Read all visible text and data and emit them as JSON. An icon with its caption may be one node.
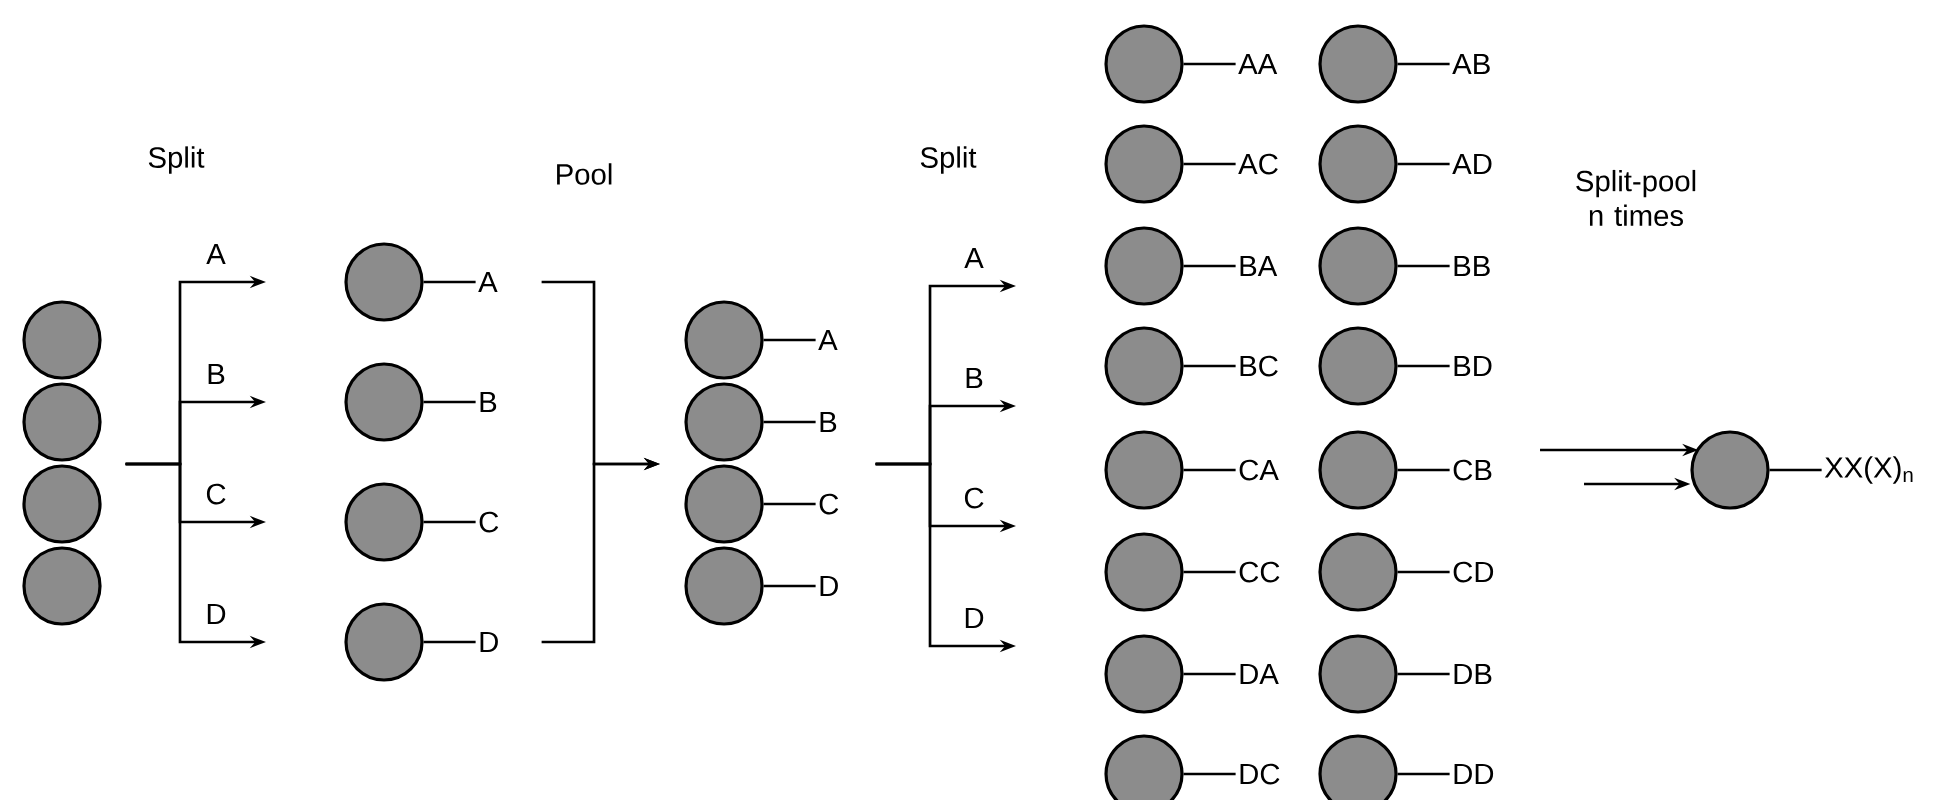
{
  "diagram": {
    "nodes": [
      {
        "text": [],
        "shape": "circle"
      },
      {
        "text": [],
        "shape": "circle"
      },
      {
        "text": [],
        "shape": "circle"
      },
      {
        "text": [],
        "shape": "circle"
      },
      {
        "text": [],
        "shape": "circle",
        "beside": [
          "A"
        ]
      },
      {
        "text": [],
        "shape": "circle",
        "beside": [
          "B"
        ]
      },
      {
        "text": [],
        "shape": "circle",
        "beside": [
          "C"
        ]
      },
      {
        "text": [],
        "shape": "circle",
        "beside": [
          "D"
        ]
      },
      {
        "text": [],
        "shape": "circle",
        "beside": [
          "A"
        ]
      },
      {
        "text": [],
        "shape": "circle",
        "beside": [
          "B"
        ]
      },
      {
        "text": [],
        "shape": "circle",
        "beside": [
          "C"
        ]
      },
      {
        "text": [],
        "shape": "circle",
        "beside": [
          "D"
        ]
      },
      {
        "text": [],
        "shape": "circle",
        "beside": [
          "AA"
        ]
      },
      {
        "text": [],
        "shape": "circle",
        "beside": [
          "AB"
        ]
      },
      {
        "text": [],
        "shape": "circle",
        "beside": [
          "AC"
        ]
      },
      {
        "text": [],
        "shape": "circle",
        "beside": [
          "AD"
        ]
      },
      {
        "text": [],
        "shape": "circle",
        "beside": [
          "BA"
        ]
      },
      {
        "text": [],
        "shape": "circle",
        "beside": [
          "BB"
        ]
      },
      {
        "text": [],
        "shape": "circle",
        "beside": [
          "BC"
        ]
      },
      {
        "text": [],
        "shape": "circle",
        "beside": [
          "BD"
        ]
      },
      {
        "text": [],
        "shape": "circle",
        "beside": [
          "CA"
        ]
      },
      {
        "text": [],
        "shape": "circle",
        "beside": [
          "CB"
        ]
      },
      {
        "text": [],
        "shape": "circle",
        "beside": [
          "CC"
        ]
      },
      {
        "text": [],
        "shape": "circle",
        "beside": [
          "CD"
        ]
      },
      {
        "text": [],
        "shape": "circle",
        "beside": [
          "DA"
        ]
      },
      {
        "text": [],
        "shape": "circle",
        "beside": [
          "DB"
        ]
      },
      {
        "text": [],
        "shape": "circle",
        "beside": [
          "DC"
        ]
      },
      {
        "text": [],
        "shape": "circle",
        "beside": [
          "DD"
        ]
      },
      {
        "text": [],
        "shape": "circle",
        "beside": [
          "XX(X)$_{n}$"
        ]
      }
    ],
    "edges": [
      {
        "from": 1,
        "to": null,
        "arrow": "to",
        "label": "A"
      },
      {
        "from": 1,
        "to": null,
        "arrow": "to",
        "label": "B"
      },
      {
        "from": 1,
        "to": null,
        "arrow": "to",
        "label": "C"
      },
      {
        "from": 1,
        "to": null,
        "arrow": "to",
        "label": "D"
      },
      {
        "from": 4,
        "to": null,
        "arrow": "to"
      },
      {
        "from": 7,
        "to": null,
        "arrow": "to"
      },
      {
        "from": 9,
        "to": null,
        "arrow": "to",
        "label": "A"
      },
      {
        "from": 9,
        "to": null,
        "arrow": "to",
        "label": "B"
      },
      {
        "from": 9,
        "to": null,
        "arrow": "to",
        "label": "C"
      },
      {
        "from": 9,
        "to": null,
        "arrow": "to",
        "label": "D"
      },
      {
        "from": null,
        "to": 28,
        "arrow": "to"
      },
      {
        "from": null,
        "to": 28,
        "arrow": "to"
      }
    ],
    "labels": [
      "Split",
      "Pool",
      "Split",
      "Split-pool n times"
    ]
  }
}
